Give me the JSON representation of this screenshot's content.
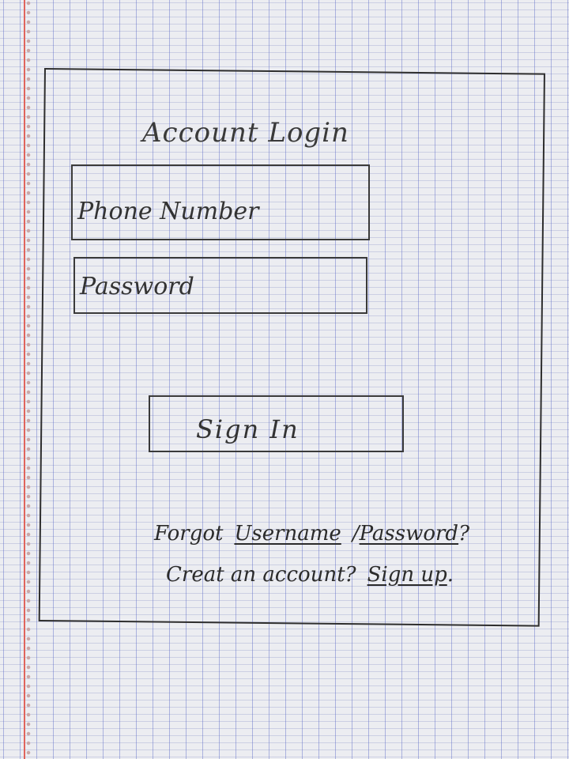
{
  "login": {
    "title": "Account Login",
    "phone_placeholder": "Phone Number",
    "password_placeholder": "Password",
    "signin_label": "Sign In",
    "forgot": {
      "prefix": "Forgot",
      "username_link": "Username",
      "separator": "/",
      "password_link": "Password",
      "suffix": "?"
    },
    "signup": {
      "prefix": "Creat an account?",
      "link": "Sign up",
      "suffix": "."
    }
  },
  "colors": {
    "paper": "#ecedf1",
    "grid_lines": "#5a69c8",
    "margin_line": "#e0645c",
    "ink": "#2b2b2b"
  }
}
